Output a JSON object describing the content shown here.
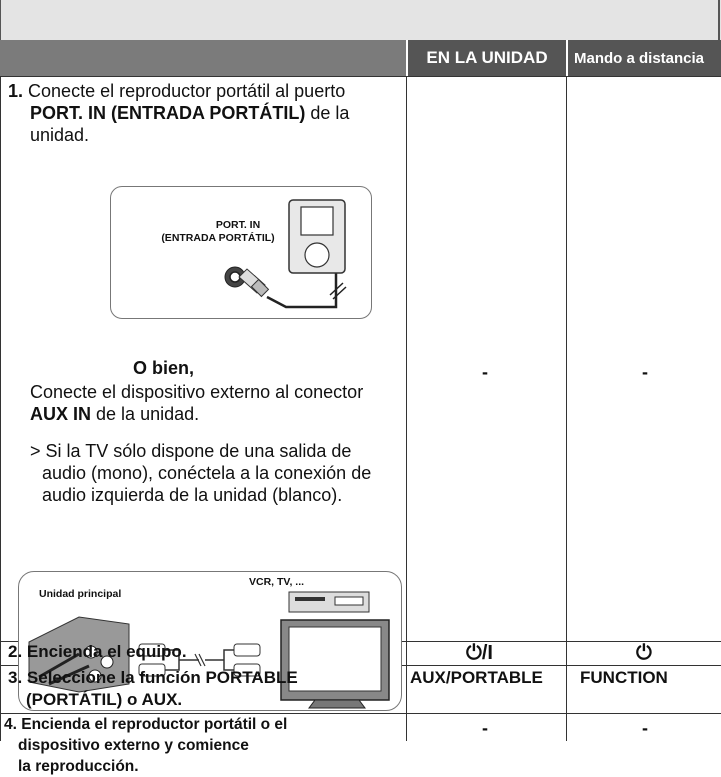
{
  "header": {
    "col_unit": "EN LA UNIDAD",
    "col_remote": "Mando a distancia"
  },
  "step1": {
    "number": "1.",
    "text_a": "Conecte el reproductor portátil al puerto",
    "port_bold": "PORT. IN (ENTRADA PORTÁTIL)",
    "text_b": "de la",
    "text_c": "unidad.",
    "figure_label_l1": "PORT. IN",
    "figure_label_l2": "(ENTRADA PORTÁTIL)",
    "or_text": "O bien,",
    "text_d": "Conecte el dispositivo externo al conector",
    "aux_bold": "AUX  IN",
    "text_e": "de la unidad.",
    "note_l1": "> Si la TV sólo dispone de una salida de",
    "note_l2": "audio (mono), conéctela a la conexión de",
    "note_l3": "audio izquierda de la unidad (blanco).",
    "fig2_label_main": "Unidad principal",
    "fig2_label_devices": "VCR, TV, ...",
    "unit_value": "-",
    "remote_value": "-"
  },
  "step2": {
    "label": "2. Encienda el equipo.",
    "unit_icon": "power-standby-icon",
    "unit_value": "⏻/I",
    "remote_icon": "power-icon",
    "remote_value": "⏻"
  },
  "step3": {
    "label_l1": "3. Seleccione la función PORTABLE",
    "label_l2": "(PORTÁTIL) o AUX.",
    "unit_value": "AUX/PORTABLE",
    "remote_value": "FUNCTION"
  },
  "step4": {
    "label_l1": "4. Encienda el reproductor portátil o el",
    "label_l2": "dispositivo externo y comience",
    "label_l3": "la reproducción.",
    "unit_value": "-",
    "remote_value": "-"
  }
}
